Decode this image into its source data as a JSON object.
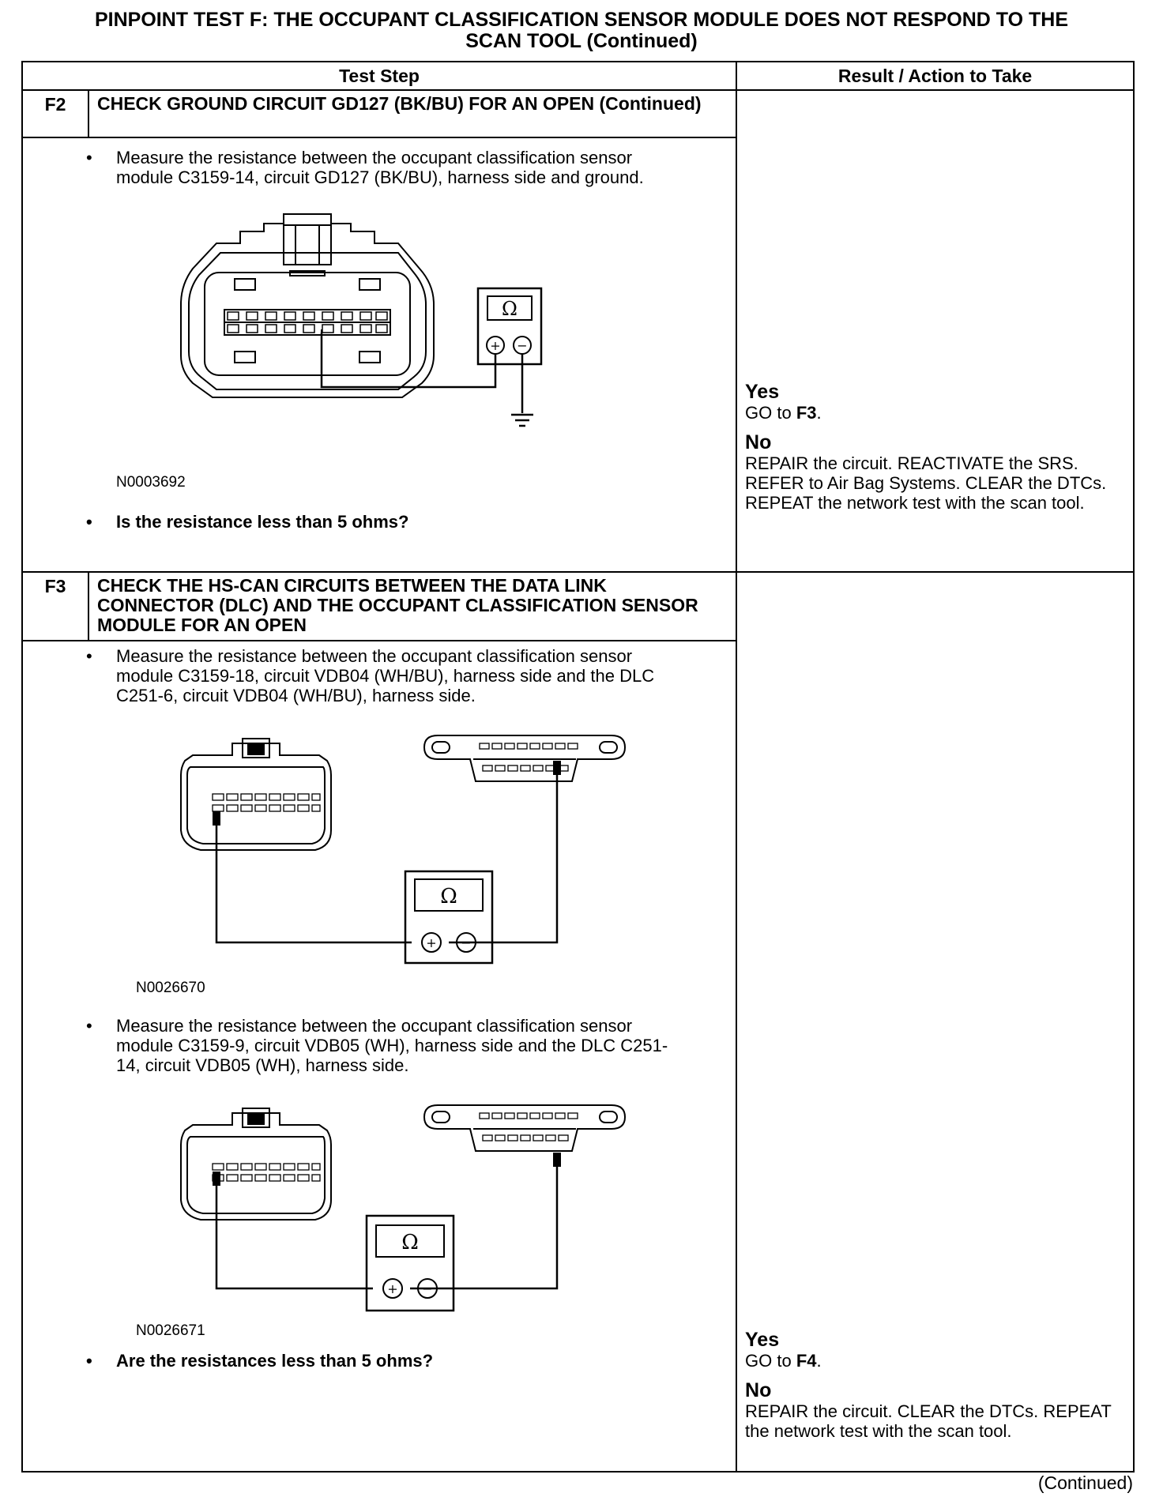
{
  "title_line1": "PINPOINT TEST F: THE OCCUPANT CLASSIFICATION SENSOR MODULE DOES NOT RESPOND TO THE",
  "title_line2": "SCAN TOOL (Continued)",
  "headers": {
    "test_step": "Test Step",
    "result": "Result / Action to Take"
  },
  "steps": [
    {
      "id": "F2",
      "heading": "CHECK GROUND CIRCUIT GD127 (BK/BU) FOR AN OPEN (Continued)",
      "bullets": [
        "Measure the resistance between the occupant classification sensor module C3159-14, circuit GD127 (BK/BU), harness side and ground."
      ],
      "figure_id": "N0003692",
      "question": "Is the resistance less than 5 ohms?",
      "yes_label": "Yes",
      "yes_prefix": "GO to ",
      "yes_target": "F3",
      "yes_suffix": ".",
      "no_label": "No",
      "no_text": "REPAIR the circuit. REACTIVATE the SRS. REFER to Air Bag Systems. CLEAR the DTCs. REPEAT the network test with the scan tool."
    },
    {
      "id": "F3",
      "heading": "CHECK THE HS-CAN CIRCUITS BETWEEN THE DATA LINK CONNECTOR (DLC) AND THE OCCUPANT CLASSIFICATION SENSOR MODULE FOR AN OPEN",
      "bullets": [
        "Measure the resistance between the occupant classification sensor module C3159-18, circuit VDB04 (WH/BU), harness side and the DLC C251-6, circuit VDB04 (WH/BU), harness side.",
        "Measure the resistance between the occupant classification sensor module C3159-9, circuit VDB05 (WH), harness side and the DLC C251-14, circuit VDB05 (WH), harness side."
      ],
      "figure_ids": [
        "N0026670",
        "N0026671"
      ],
      "question": "Are the resistances less than 5 ohms?",
      "yes_label": "Yes",
      "yes_prefix": "GO to ",
      "yes_target": "F4",
      "yes_suffix": ".",
      "no_label": "No",
      "no_text": "REPAIR the circuit. CLEAR the DTCs. REPEAT the network test with the scan tool."
    }
  ],
  "meter_symbol": "Ω",
  "plus_symbol": "+",
  "minus_symbol": "−",
  "footer": "(Continued)"
}
